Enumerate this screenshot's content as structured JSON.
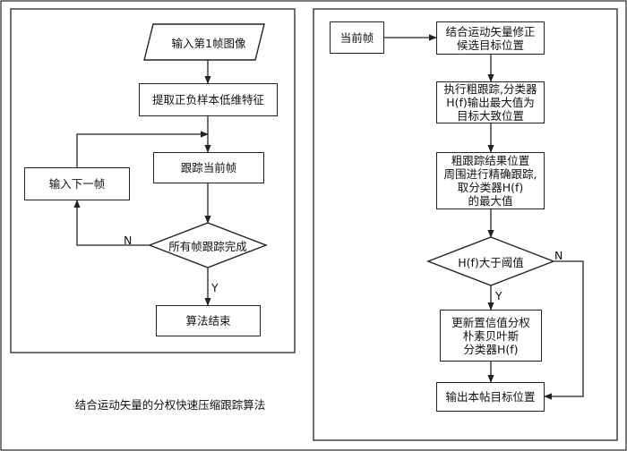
{
  "left": {
    "input_frame": "输入第1帧图像",
    "extract": "提取正负样本低维特征",
    "track": "跟踪当前帧",
    "next_frame": "输入下一帧",
    "all_done": "所有帧跟踪完成",
    "end": "算法结束",
    "label_n": "N",
    "label_y": "Y"
  },
  "caption": "结合运动矢量的分权快速压缩跟踪算法",
  "right": {
    "current_frame": "当前帧",
    "correct": "结合运动矢量修正\n候选目标位置",
    "coarse": "执行粗跟踪,分类器\nH(f)输出最大值为\n目标大致位置",
    "fine": "粗跟踪结果位置\n周围进行精确跟踪,\n取分类器H(f)\n的最大值",
    "threshold": "H(f)大于阈值",
    "update": "更新置信值分权\n朴素贝叶斯\n分类器H(f)",
    "output": "输出本帖目标位置",
    "label_n": "N",
    "label_y": "Y"
  }
}
